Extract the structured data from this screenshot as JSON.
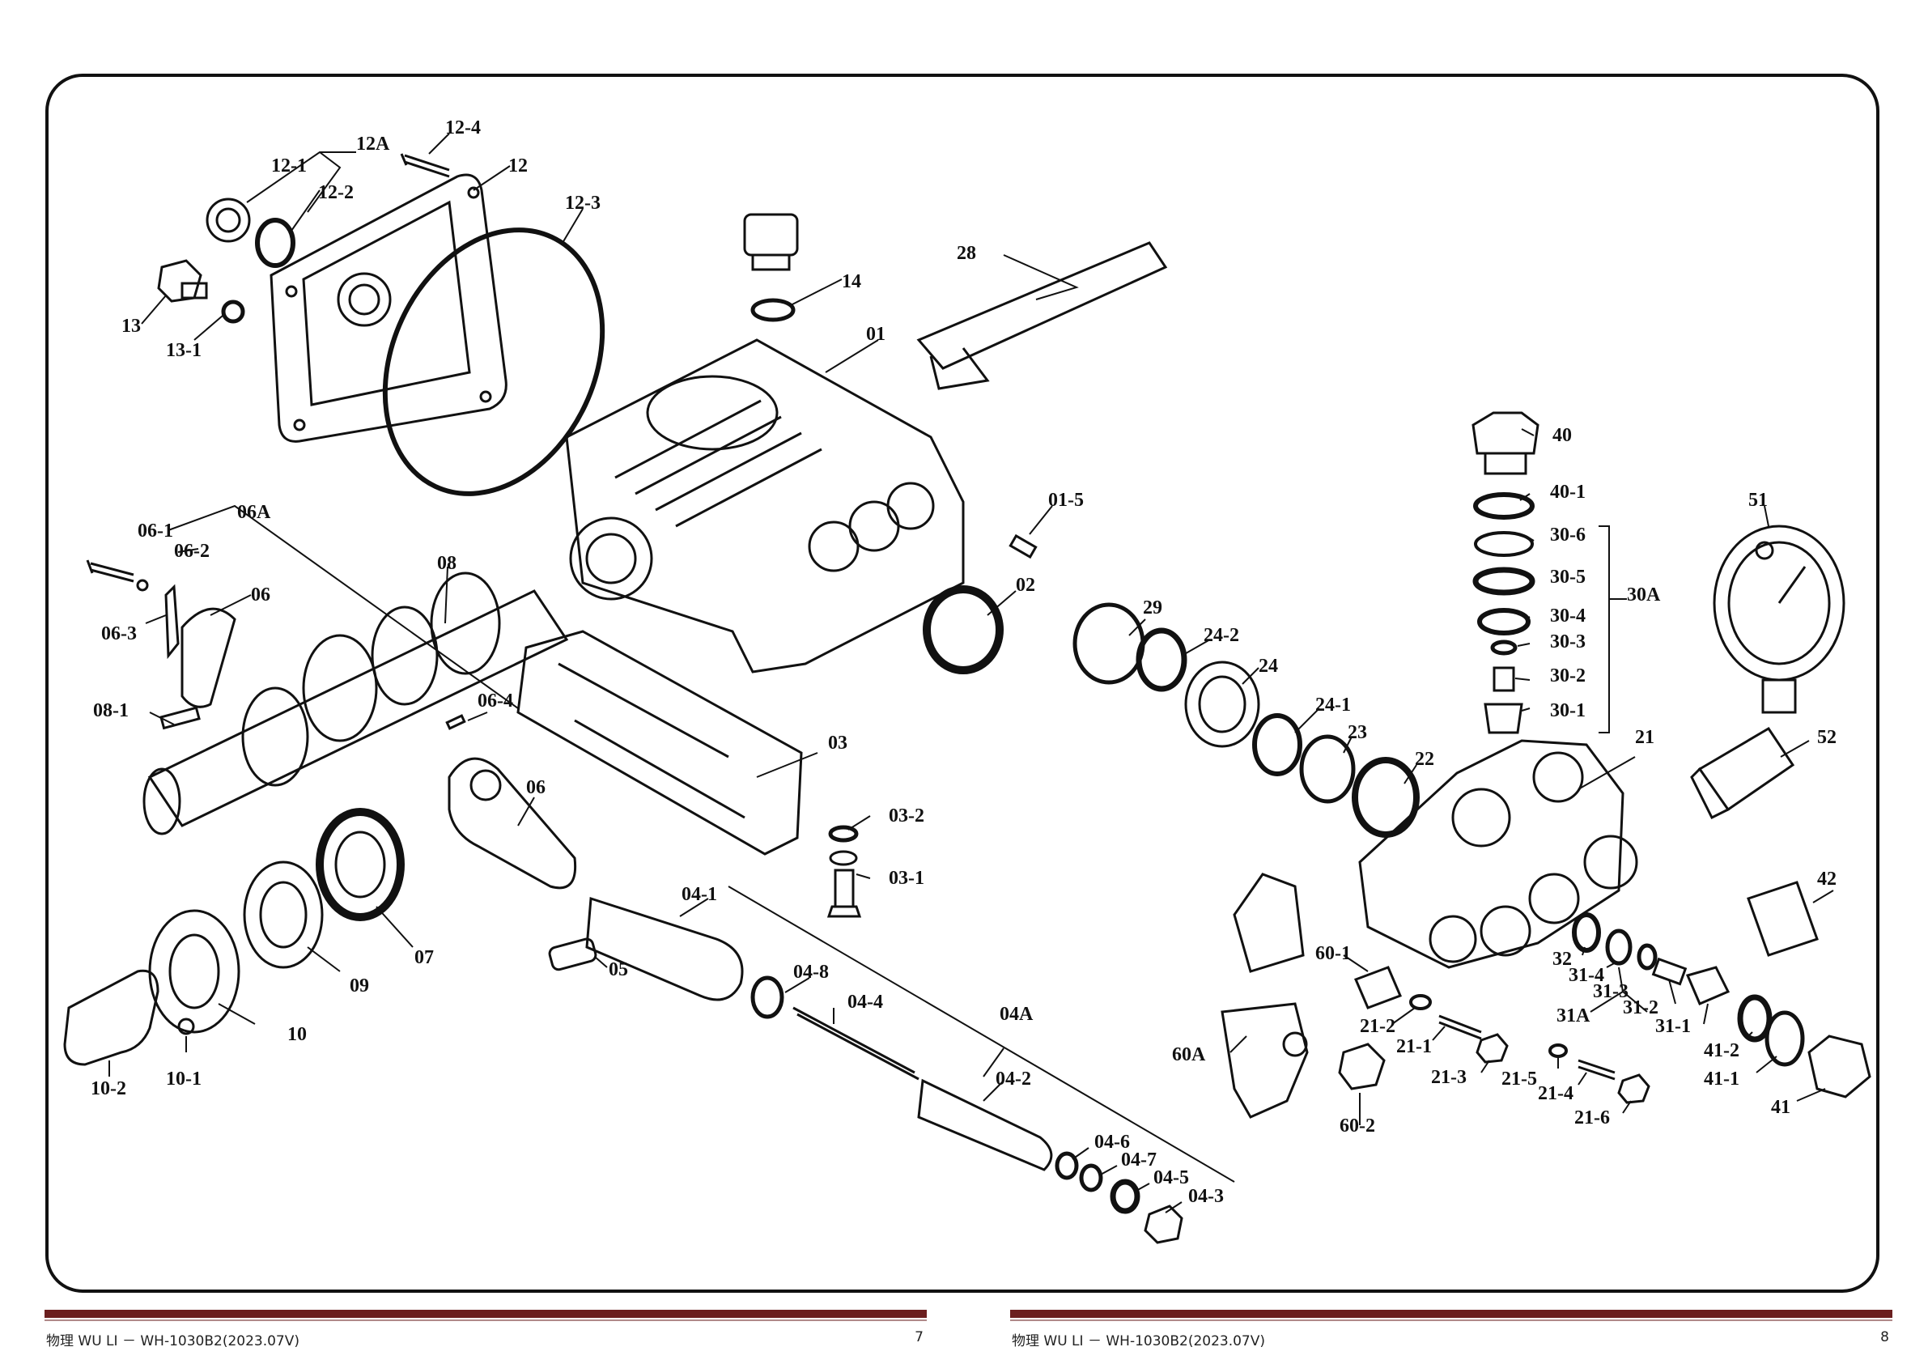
{
  "labels": {
    "l12_1": "12-1",
    "l12A": "12A",
    "l12_4": "12-4",
    "l12": "12",
    "l12_2": "12-2",
    "l12_3": "12-3",
    "l13": "13",
    "l13_1": "13-1",
    "l14": "14",
    "l28": "28",
    "l01": "01",
    "l01_5": "01-5",
    "l06_1": "06-1",
    "l06A": "06A",
    "l06_2": "06-2",
    "l06_3": "06-3",
    "l06": "06",
    "l08": "08",
    "l06_4": "06-4",
    "l08_1": "08-1",
    "l06b": "06",
    "l03": "03",
    "l03_2": "03-2",
    "l03_1": "03-1",
    "l02": "02",
    "l29": "29",
    "l24_2": "24-2",
    "l24": "24",
    "l24_1": "24-1",
    "l23": "23",
    "l22": "22",
    "l07": "07",
    "l09": "09",
    "l10": "10",
    "l10_1": "10-1",
    "l10_2": "10-2",
    "l05": "05",
    "l04_1": "04-1",
    "l04_8": "04-8",
    "l04_4": "04-4",
    "l04A": "04A",
    "l04_2": "04-2",
    "l04_6": "04-6",
    "l04_7": "04-7",
    "l04_5": "04-5",
    "l04_3": "04-3",
    "l40": "40",
    "l40_1": "40-1",
    "l30_6": "30-6",
    "l30_5": "30-5",
    "l30A": "30A",
    "l30_4": "30-4",
    "l30_3": "30-3",
    "l30_2": "30-2",
    "l30_1": "30-1",
    "l51": "51",
    "l52": "52",
    "l21": "21",
    "l42": "42",
    "l60_1": "60-1",
    "l60A": "60A",
    "l60_2": "60-2",
    "l21_2": "21-2",
    "l21_1": "21-1",
    "l21_3": "21-3",
    "l21_5": "21-5",
    "l21_4": "21-4",
    "l21_6": "21-6",
    "l32": "32",
    "l31_4": "31-4",
    "l31_3": "31-3",
    "l31A": "31A",
    "l31_2": "31-2",
    "l31_1": "31-1",
    "l41_2": "41-2",
    "l41_1": "41-1",
    "l41": "41"
  },
  "footer": {
    "left_text": "物理 WU LI － WH-1030B2(2023.07V)",
    "left_page": "7",
    "right_text": "物理 WU LI － WH-1030B2(2023.07V)",
    "right_page": "8"
  }
}
